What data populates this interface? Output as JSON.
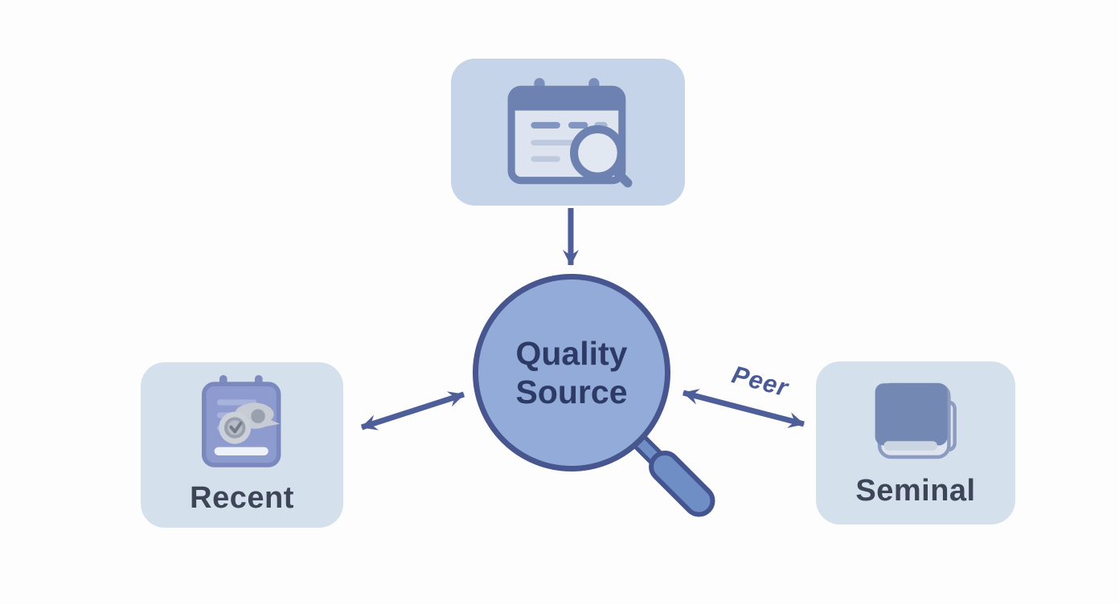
{
  "diagram": {
    "background_color": "#fdfdfe",
    "nodes": {
      "center": {
        "line1": "Quality",
        "line2": "Source",
        "shape": "magnifying-glass-circle",
        "fill": "#93abd8",
        "border": "#47568f",
        "text_color": "#2d3a66"
      },
      "top": {
        "label": "",
        "icon": "calendar-search-icon",
        "fill": "#c5d4e8"
      },
      "left": {
        "label": "Recent",
        "icon": "notepad-review-icon",
        "fill": "#d4e1ed",
        "text_color": "#3d4557"
      },
      "right": {
        "label": "Seminal",
        "icon": "book-icon",
        "fill": "#d4e1ed",
        "text_color": "#3d4557"
      }
    },
    "edges": {
      "top_to_center": {
        "type": "single-arrow-down",
        "label": ""
      },
      "left_to_center": {
        "type": "double-arrow",
        "label": ""
      },
      "center_to_right": {
        "type": "double-arrow",
        "label": "Peer"
      }
    },
    "arrow_color": "#4d5e99"
  }
}
